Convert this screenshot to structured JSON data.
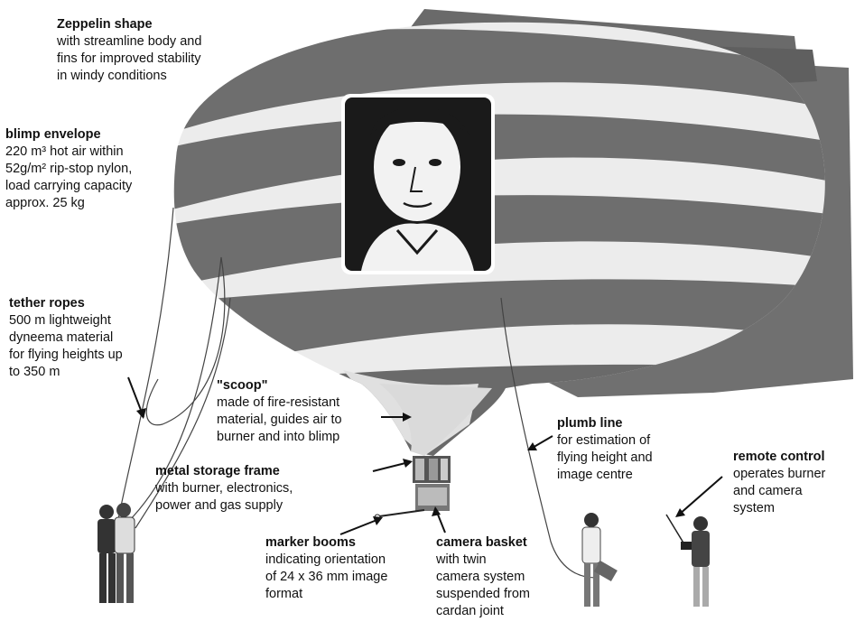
{
  "annotations": {
    "zeppelin": {
      "title": "Zeppelin shape",
      "lines": [
        "with streamline body and",
        "fins for improved stability",
        "in windy conditions"
      ]
    },
    "envelope": {
      "title": "blimp envelope",
      "lines": [
        "220 m³ hot air within",
        "52g/m² rip-stop nylon,",
        "load carrying capacity",
        "approx. 25 kg"
      ]
    },
    "tether": {
      "title": "tether ropes",
      "lines": [
        "500 m lightweight",
        "dyneema material",
        "for flying heights up",
        "to 350 m"
      ]
    },
    "scoop": {
      "title": "\"scoop\"",
      "lines": [
        "made of fire-resistant",
        "material, guides air to",
        "burner and into blimp"
      ]
    },
    "frame": {
      "title": "metal storage frame",
      "lines": [
        "with burner, electronics,",
        "power and gas supply"
      ]
    },
    "booms": {
      "title": "marker booms",
      "lines": [
        "indicating orientation",
        "of 24 x 36 mm image",
        "format"
      ]
    },
    "basket": {
      "title": "camera basket",
      "lines": [
        "with twin",
        "camera system",
        "suspended from",
        "cardan joint"
      ]
    },
    "plumb": {
      "title": "plumb line",
      "lines": [
        "for estimation of",
        "flying height and",
        "image centre"
      ]
    },
    "remote": {
      "title": "remote control",
      "lines": [
        "operates burner",
        "and camera",
        "system"
      ]
    }
  },
  "colors": {
    "stripe_dark": "#6f6f6f",
    "stripe_light": "#ededed",
    "fin": "#707070",
    "portrait": "#1a1a1a"
  }
}
